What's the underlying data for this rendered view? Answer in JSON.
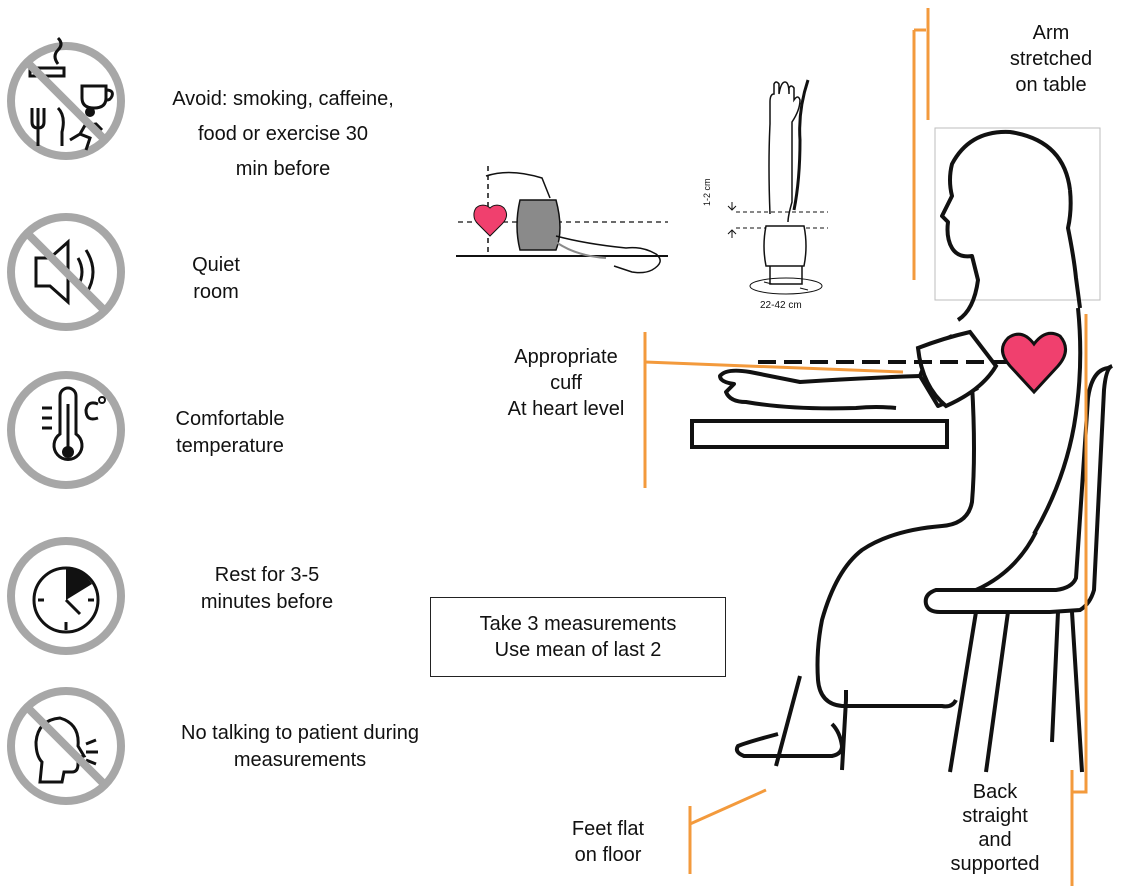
{
  "colors": {
    "accent_orange": "#f39a3c",
    "heart_pink": "#f0406e",
    "icon_gray": "#a7a7a7",
    "line_black": "#111111"
  },
  "recommendations": [
    {
      "icon": "no-smoking-food-exercise-icon",
      "lines": [
        "Avoid: smoking, caffeine,",
        "food or exercise 30",
        "min before"
      ]
    },
    {
      "icon": "muted-speaker-icon",
      "lines": [
        "Quiet",
        "room"
      ]
    },
    {
      "icon": "thermometer-celsius-icon",
      "lines": [
        "Comfortable",
        "temperature"
      ]
    },
    {
      "icon": "stopwatch-icon",
      "lines": [
        "Rest for 3-5",
        "minutes before"
      ]
    },
    {
      "icon": "no-talking-icon",
      "lines": [
        "No talking to patient during",
        "measurements"
      ]
    }
  ],
  "callouts": {
    "arm": [
      "Arm",
      "stretched",
      "on table"
    ],
    "cuff": [
      "Appropriate",
      "cuff",
      "At heart level"
    ],
    "measurements": [
      "Take 3 measurements",
      "Use mean of last 2"
    ],
    "feet": [
      "Feet flat",
      "on floor"
    ],
    "back": [
      "Back",
      "straight",
      "and",
      "supported"
    ]
  },
  "cuff_detail": {
    "height_offset": "1-2 cm",
    "circumference": "22-42 cm"
  }
}
